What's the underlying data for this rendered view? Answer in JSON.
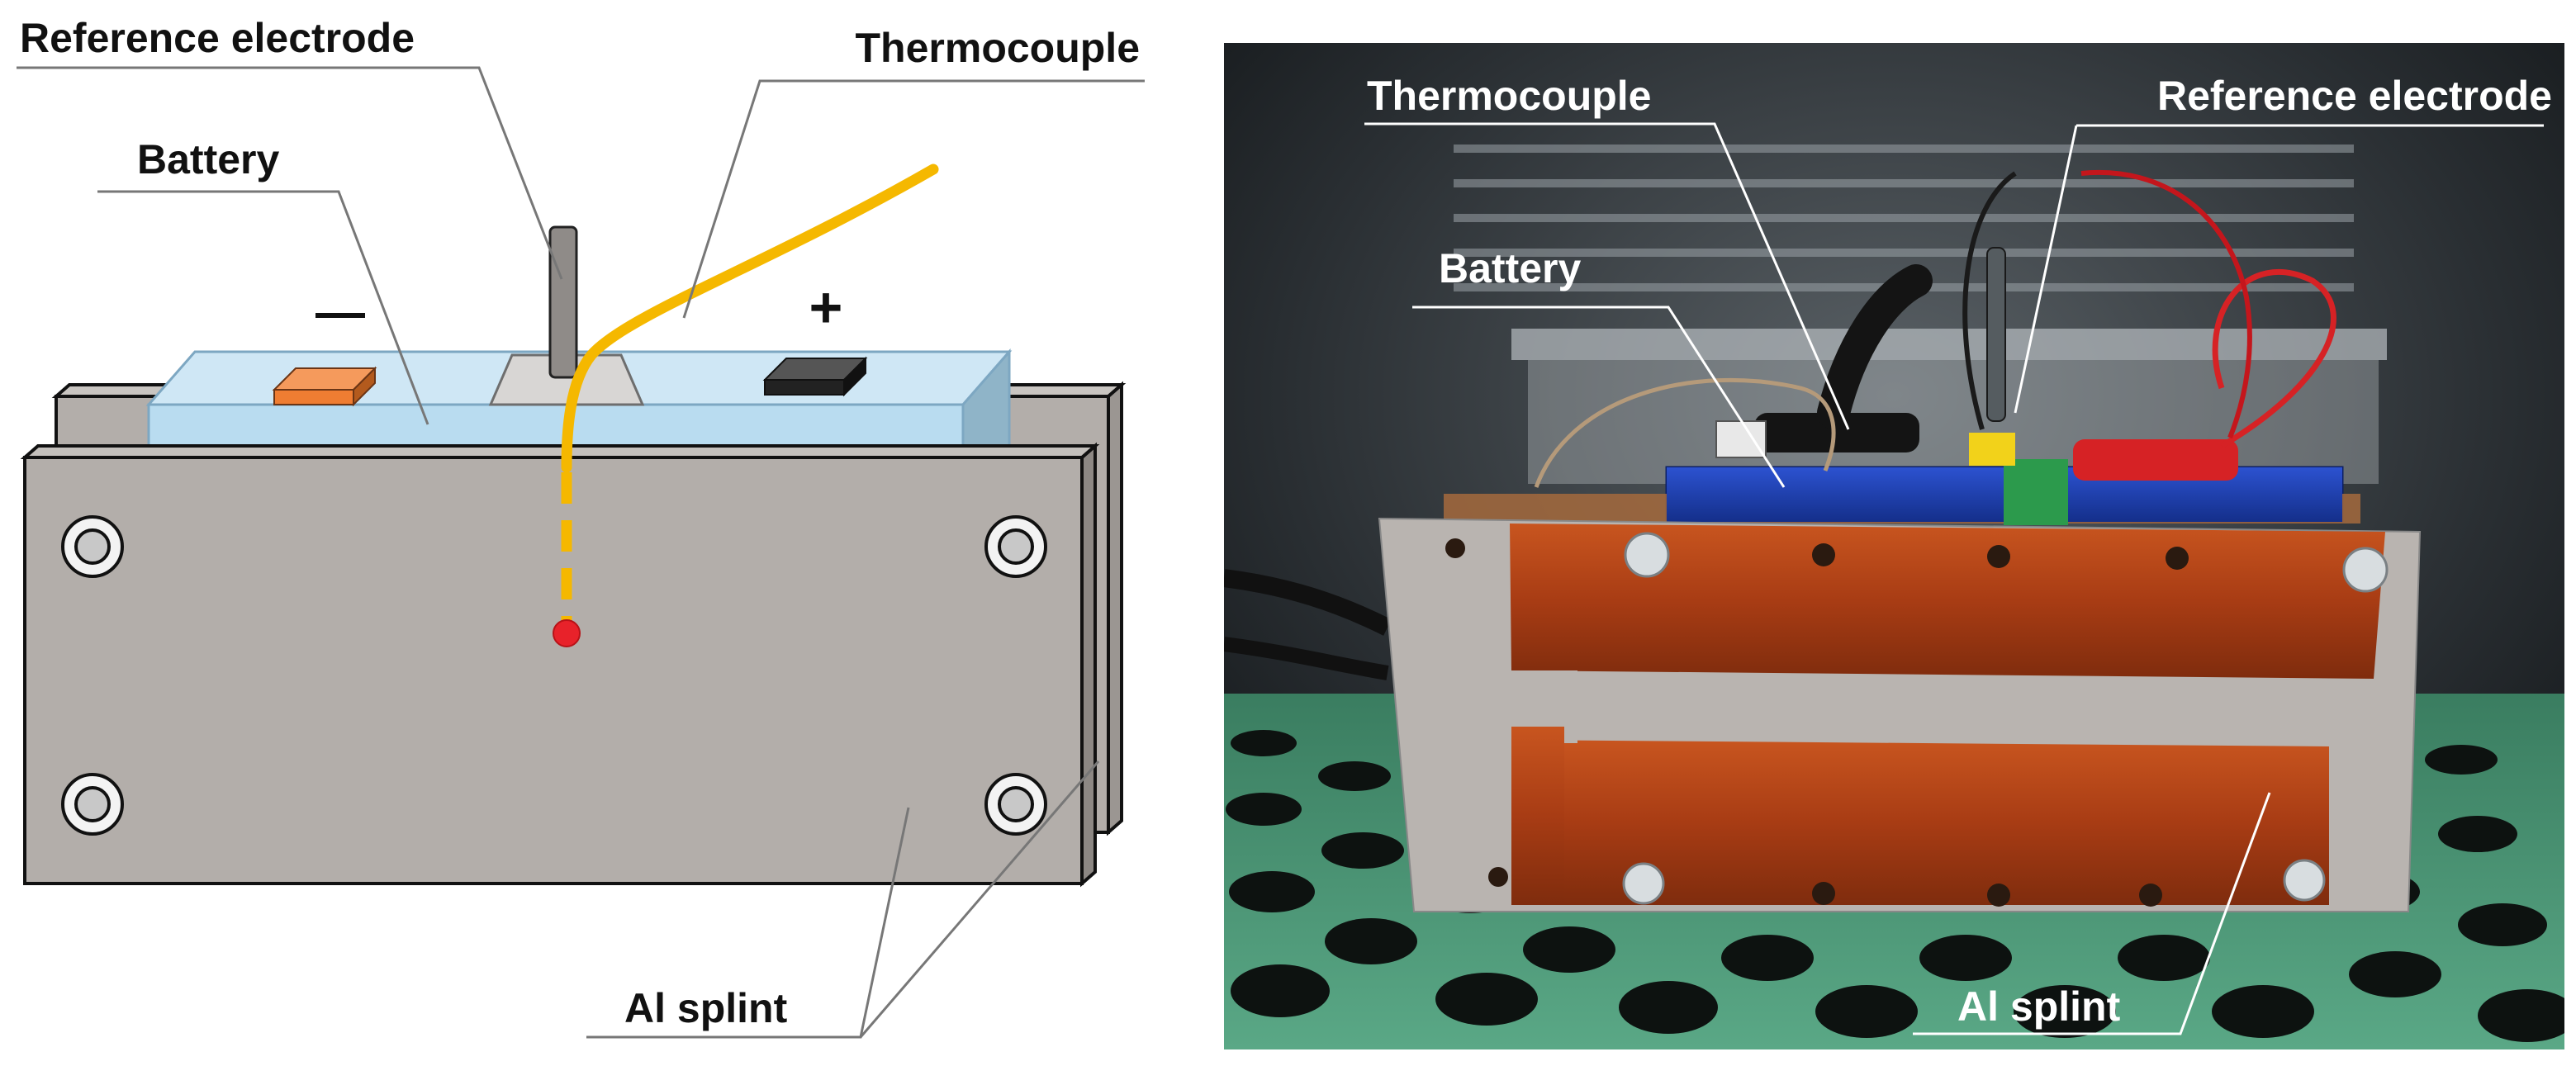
{
  "schematic": {
    "reference_electrode_label": "Reference electrode",
    "thermocouple_label": "Thermocouple",
    "battery_label": "Battery",
    "negative_symbol": "—",
    "positive_symbol": "+",
    "splint_label": "Al splint"
  },
  "photo": {
    "thermocouple_label": "Thermocouple",
    "reference_electrode_label": "Reference electrode",
    "battery_label": "Battery",
    "splint_label": "Al splint"
  },
  "colors": {
    "battery_body": "#b9dcf0",
    "splint_gray": "#b3aeaa",
    "thermocouple_wire": "#f5b800",
    "negative_tab": "#ef7d32",
    "positive_tab": "#222222",
    "sensor_tip": "#e8222a",
    "tray_green": "#4f9a7a",
    "heater_tape": "#b5461a",
    "battery_blue": "#1b3fb0"
  }
}
